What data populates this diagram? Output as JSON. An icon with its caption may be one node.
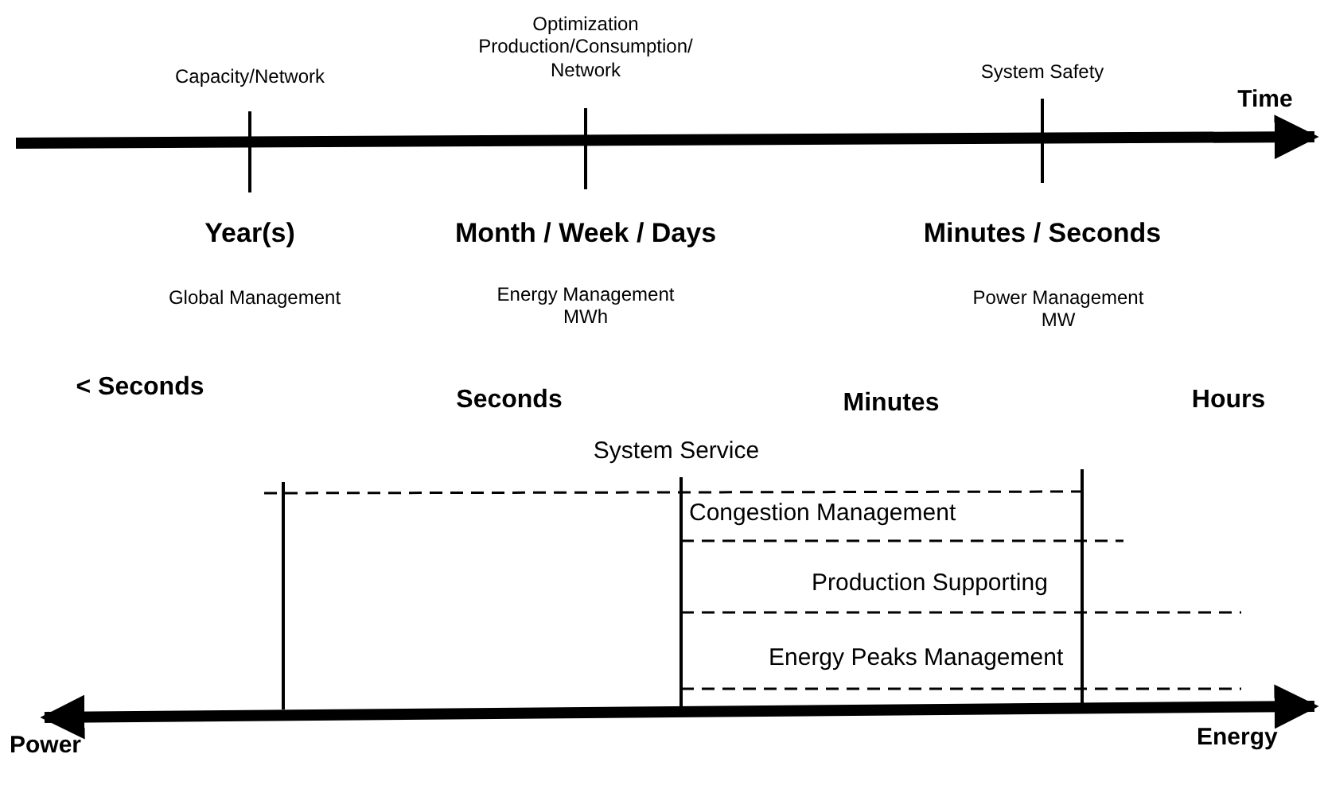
{
  "diagram": {
    "labels": [
      "Optimization Production/Consumption/ Network",
      "Capacity/Network",
      "System Safety",
      "Time",
      "Year(s)",
      "Month / Week / Days",
      "Minutes / Seconds",
      "Global Management",
      "Energy Management MWh",
      "Power Management MW",
      "< Seconds",
      "Seconds",
      "Minutes",
      "Hours",
      "System Service",
      "Congestion Management",
      "Production Supporting",
      "Energy Peaks Management",
      "Power",
      "Energy"
    ]
  }
}
